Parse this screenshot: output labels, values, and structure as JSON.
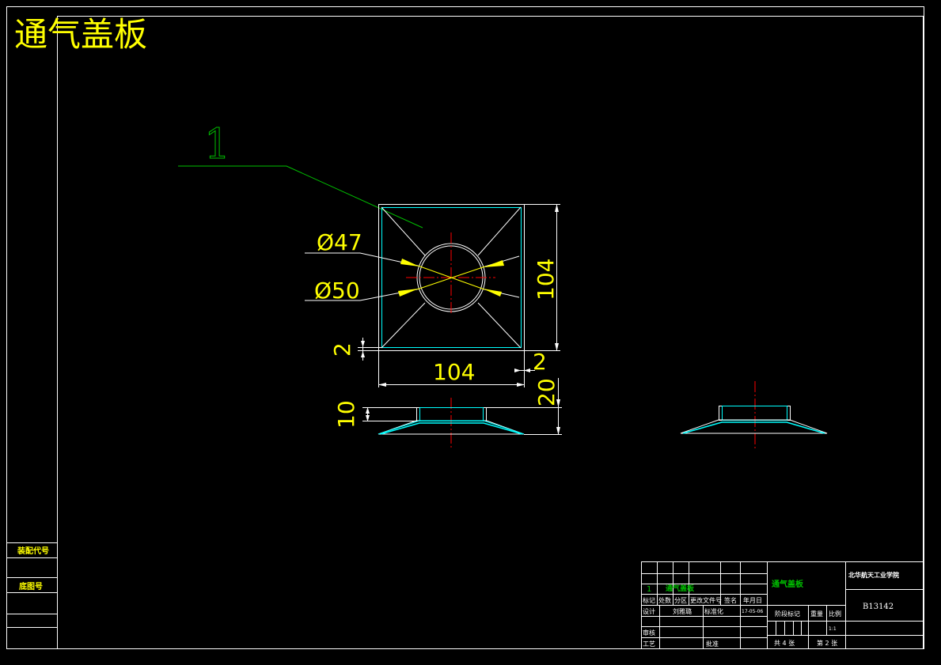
{
  "drawing": {
    "title": "通气盖板",
    "part_balloon": "1",
    "dimensions": {
      "hole_inner": "Ø47",
      "hole_outer": "Ø50",
      "width_vertical": "104",
      "width_horizontal": "104",
      "wall_left": "2",
      "wall_right": "2",
      "height_total": "20",
      "height_neck": "10"
    }
  },
  "side_panel": {
    "assembly_code_label": "装配代号",
    "base_drawing_label": "底图号"
  },
  "title_block": {
    "row_num": "1",
    "row_name": "通气盖板",
    "headers": [
      "标记",
      "处数",
      "分区",
      "更改文件号",
      "签名",
      "年月日"
    ],
    "design_label": "设计",
    "designer": "刘雅璐",
    "standardization_label": "标准化",
    "date": "17-05-06",
    "review_label": "审核",
    "process_label": "工艺",
    "approve_label": "批准",
    "part_name": "通气盖板",
    "school": "北华航天工业学院",
    "drawing_number": "B13142",
    "stage_label": "阶段标记",
    "weight_label": "重量",
    "scale_label": "比例",
    "scale_value": "1:1",
    "total_sheets": "共 4 张",
    "sheet_no": "第 2 张"
  },
  "colors": {
    "frame": "#ffffff",
    "dimension": "#ffff00",
    "leader": "#00c000",
    "centerline": "#ff0000",
    "outline": "#00ffff"
  }
}
